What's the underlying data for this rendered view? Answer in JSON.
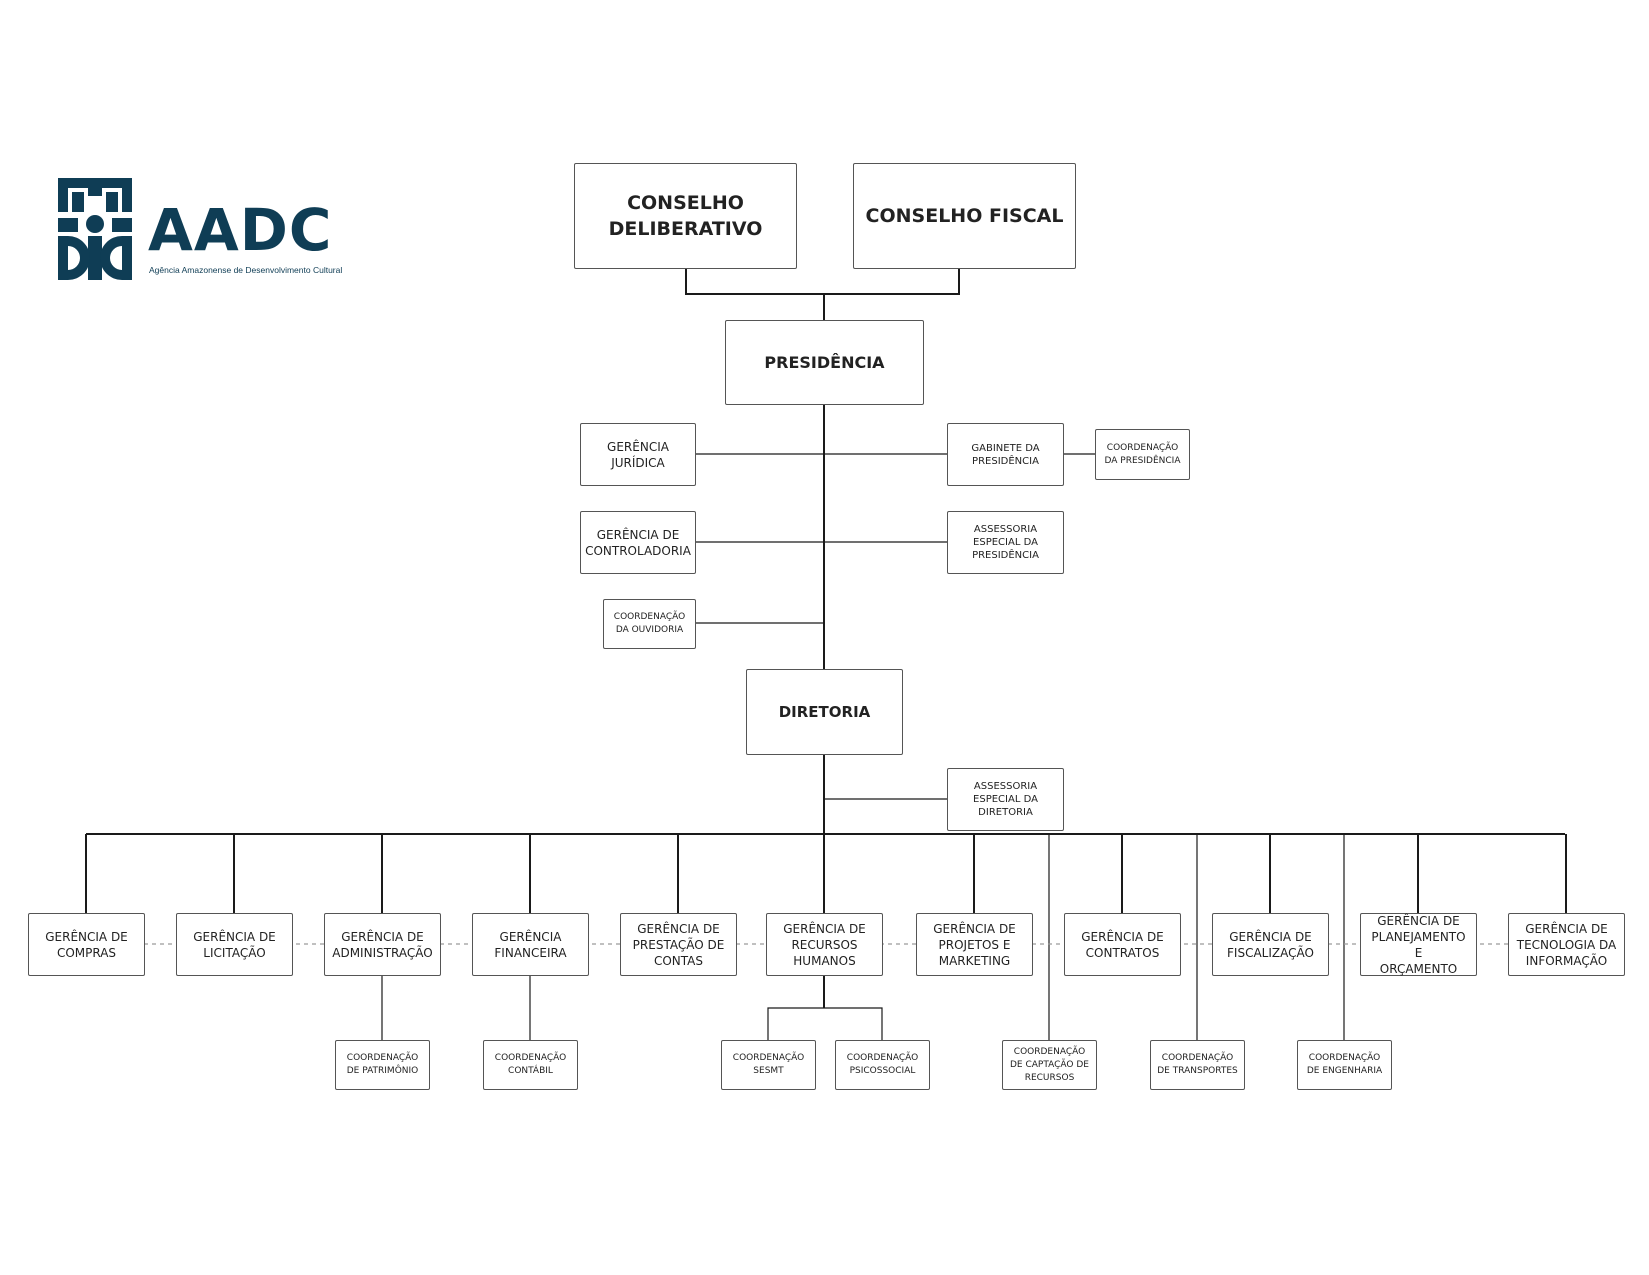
{
  "logo": {
    "wordmark": "AADC",
    "tagline": "Agência Amazonense de Desenvolvimento Cultural",
    "color": "#0f3d55"
  },
  "boards": {
    "deliberative": "CONSELHO\nDELIBERATIVO",
    "fiscal": "CONSELHO FISCAL"
  },
  "presidency": {
    "title": "PRESIDÊNCIA",
    "legal": "GERÊNCIA\nJURÍDICA",
    "controlling": "GERÊNCIA DE\nCONTROLADORIA",
    "ombudsman": "COORDENAÇÃO\nDA OUVIDORIA",
    "cabinet": "GABINETE DA\nPRESIDÊNCIA",
    "cabinet_coord": "COORDENAÇÃO\nDA PRESIDÊNCIA",
    "special_advisory": "ASSESSORIA\nESPECIAL DA\nPRESIDÊNCIA"
  },
  "board": {
    "title": "DIRETORIA",
    "special_advisory": "ASSESSORIA\nESPECIAL DA\nDIRETORIA"
  },
  "managements": [
    "GERÊNCIA DE\nCOMPRAS",
    "GERÊNCIA DE\nLICITAÇÃO",
    "GERÊNCIA DE\nADMINISTRAÇÃO",
    "GERÊNCIA\nFINANCEIRA",
    "GERÊNCIA DE\nPRESTAÇÃO DE\nCONTAS",
    "GERÊNCIA DE\nRECURSOS\nHUMANOS",
    "GERÊNCIA DE\nPROJETOS E\nMARKETING",
    "GERÊNCIA DE\nCONTRATOS",
    "GERÊNCIA DE\nFISCALIZAÇÃO",
    "GERÊNCIA DE\nPLANEJAMENTO E\nORÇAMENTO",
    "GERÊNCIA DE\nTECNOLOGIA DA\nINFORMAÇÃO"
  ],
  "coordinations": {
    "patrimony": "COORDENAÇÃO\nDE PATRIMÔNIO",
    "accounting": "COORDENAÇÃO\nCONTÁBIL",
    "sesmt": "COORDENAÇÃO\nSESMT",
    "psychosocial": "COORDENAÇÃO\nPSICOSSOCIAL",
    "fundraising": "COORDENAÇÃO\nDE CAPTAÇÃO DE\nRECURSOS",
    "transport": "COORDENAÇÃO\nDE TRANSPORTES",
    "engineering": "COORDENAÇÃO\nDE ENGENHARIA"
  },
  "colors": {
    "line": "#1a1a1a",
    "border": "#555555",
    "dashed": "#9a9a9a"
  }
}
